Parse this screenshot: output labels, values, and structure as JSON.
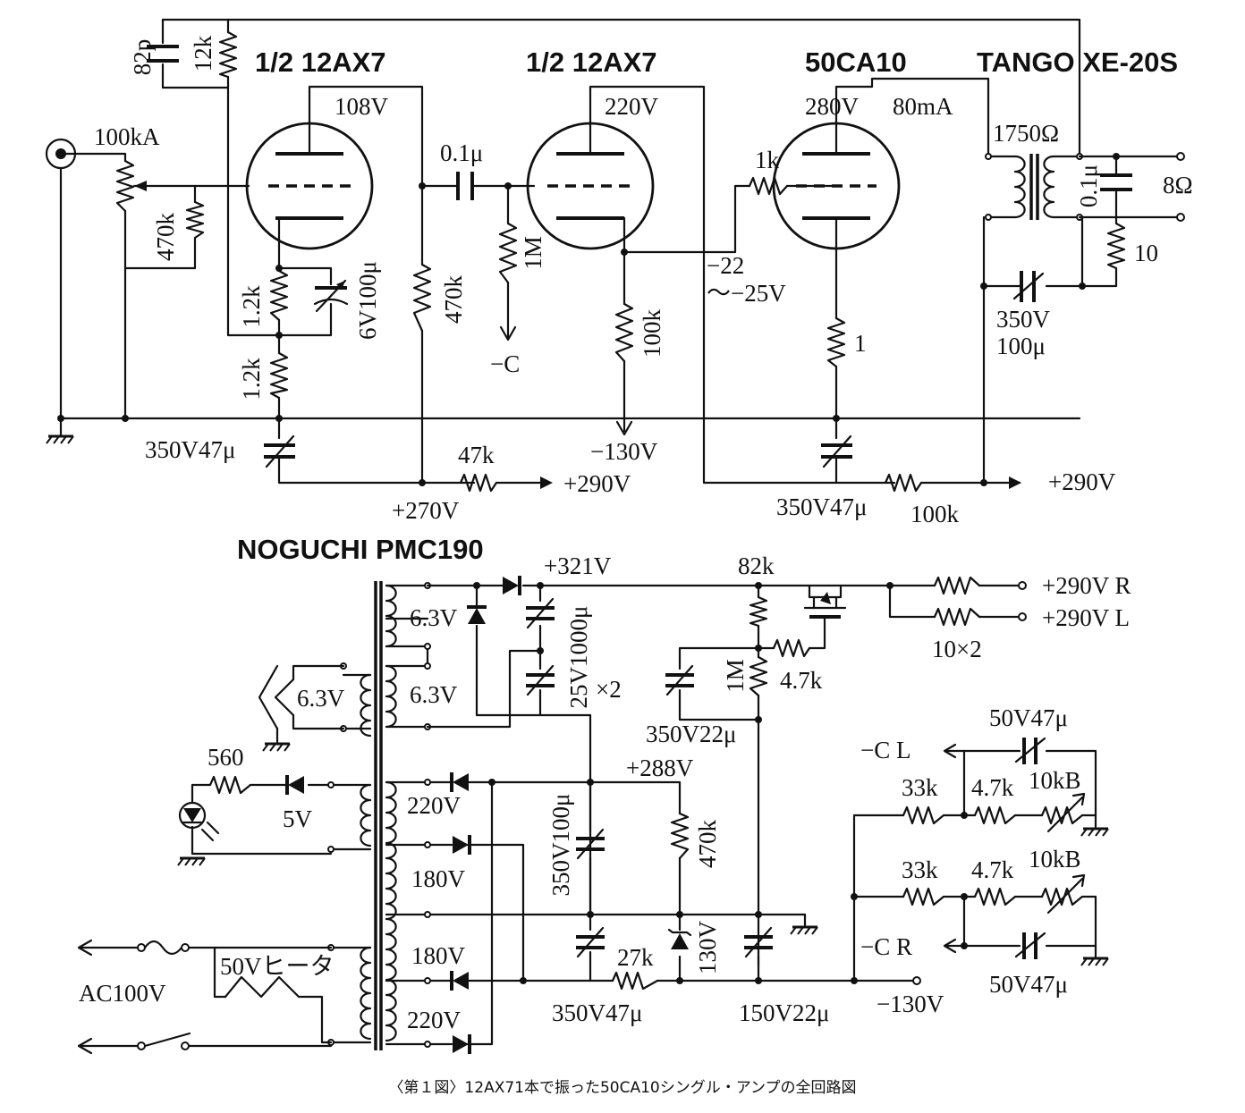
{
  "top": {
    "heading_tube1": "1/2 12AX7",
    "heading_tube2": "1/2 12AX7",
    "heading_tube3": "50CA10",
    "heading_xfmr": "TANGO XE-20S",
    "c_82p": "82p",
    "r_12k": "12k",
    "r_470k_in": "470k",
    "pot_100ka": "100kA",
    "v_108": "108V",
    "r_1_2k_a": "1.2k",
    "c_6v100": "6V100μ",
    "r_1_2k_b": "1.2k",
    "c_350v47_a": "350V47μ",
    "r_470k_plate": "470k",
    "c_0_1": "0.1μ",
    "r_1m": "1M",
    "neg_c": "−C",
    "v_220": "220V",
    "r_100k_cath": "100k",
    "v_neg130": "−130V",
    "r_47k": "47k",
    "v_290_a": "+290V",
    "v_270": "+270V",
    "r_1k": "1k",
    "v_neg22": "−22",
    "v_neg25": "～−25V",
    "v_280": "280V",
    "i_80ma": "80mA",
    "r_1": "1",
    "c_350v47_b": "350V47μ",
    "r_100k_dec": "100k",
    "v_290_b": "+290V",
    "z_1750": "1750Ω",
    "c_0_1_out": "0.1μ",
    "z_8": "8Ω",
    "r_10": "10",
    "c_350v": "350V",
    "c_100u": "100μ"
  },
  "bottom": {
    "heading_pt": "NOGUCHI PMC190",
    "w_6_3_a": "6.3V",
    "w_6_3_b": "6.3V",
    "w_6_3_c": "6.3V",
    "w_220_a": "220V",
    "w_180_a": "180V",
    "w_180_b": "180V",
    "w_220_b": "220V",
    "w_5v": "5V",
    "r_560": "560",
    "heater_50v": "50Vヒータ",
    "ac100": "AC100V",
    "v_321": "+321V",
    "c_25v1000": "25V1000μ",
    "c_x2": "×2",
    "r_82k": "82k",
    "r_4_7k_a": "4.7k",
    "r_1m": "1M",
    "c_350v22": "350V22μ",
    "v_290_r": "+290V R",
    "v_290_l": "+290V L",
    "r_10x2": "10×2",
    "v_288": "+288V",
    "c_350v100": "350V100μ",
    "r_470k": "470k",
    "z_130v": "130V",
    "r_27k": "27k",
    "c_350v47": "350V47μ",
    "c_150v22": "150V22μ",
    "v_neg130": "−130V",
    "c_50v47_a": "50V47μ",
    "c_50v47_b": "50V47μ",
    "neg_cl": "−C L",
    "neg_cr": "−C R",
    "r_33k_a": "33k",
    "r_33k_b": "33k",
    "r_4_7k_b": "4.7k",
    "r_4_7k_c": "4.7k",
    "vr_10kb_a": "10kB",
    "vr_10kb_b": "10kB"
  },
  "caption": "〈第１図〉12AX71本で振った50CA10シングル・アンプの全回路図"
}
